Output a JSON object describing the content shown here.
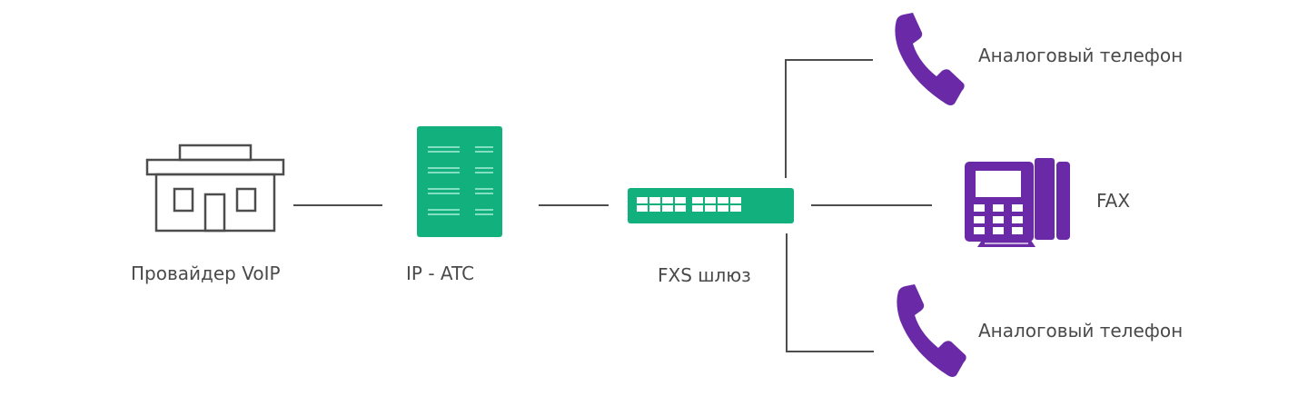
{
  "diagram": {
    "title": "",
    "colors": {
      "line": "#4d4d4d",
      "outline_icon": "#4d4d4d",
      "green": "#12b07c",
      "green_stripe": "#a8f0d6",
      "purple": "#6a2aa8",
      "text": "#4a4a4a"
    },
    "nodes": [
      {
        "id": "provider",
        "label": "Провайдер VoIP",
        "icon": "building-icon"
      },
      {
        "id": "ip-pbx",
        "label": "IP - ATC",
        "icon": "server-icon"
      },
      {
        "id": "fxs-gateway",
        "label": "FXS шлюз",
        "icon": "gateway-icon"
      },
      {
        "id": "phone-top",
        "label": "Аналоговый телефон",
        "icon": "phone-handset-icon"
      },
      {
        "id": "fax",
        "label": "FAX",
        "icon": "fax-icon"
      },
      {
        "id": "phone-bottom",
        "label": "Аналоговый телефон",
        "icon": "phone-handset-icon"
      }
    ],
    "edges": [
      {
        "from": "provider",
        "to": "ip-pbx"
      },
      {
        "from": "ip-pbx",
        "to": "fxs-gateway"
      },
      {
        "from": "fxs-gateway",
        "to": "phone-top"
      },
      {
        "from": "fxs-gateway",
        "to": "fax"
      },
      {
        "from": "fxs-gateway",
        "to": "phone-bottom"
      }
    ]
  }
}
